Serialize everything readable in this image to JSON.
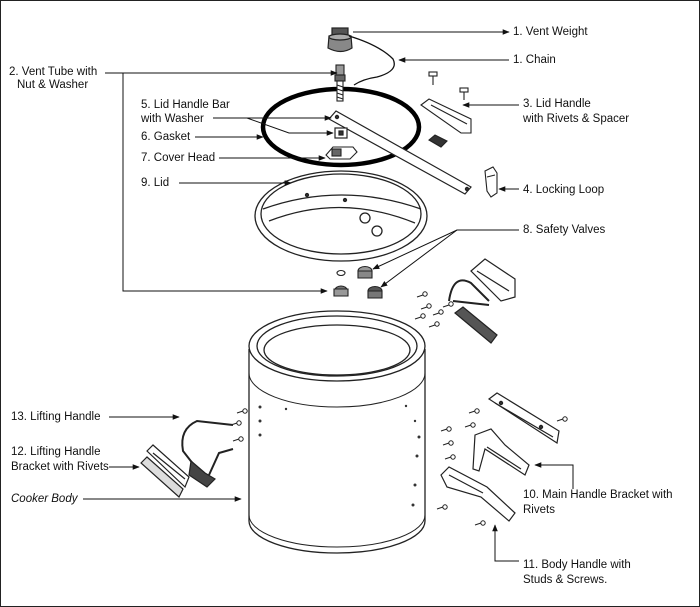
{
  "callouts": {
    "vent_weight": "1. Vent Weight",
    "chain": "1. Chain",
    "vent_tube_1": "2. Vent Tube with",
    "vent_tube_2": "Nut & Washer",
    "lid_handle_1": "3. Lid Handle",
    "lid_handle_2": "with Rivets & Spacer",
    "lid_handle_bar_1": "5. Lid Handle Bar",
    "lid_handle_bar_2": "with Washer",
    "gasket": "6. Gasket",
    "cover_head": "7. Cover Head",
    "locking_loop": "4. Locking Loop",
    "lid": "9. Lid",
    "safety_valves": "8. Safety Valves",
    "lifting_handle": "13. Lifting Handle",
    "lifting_bracket_1": "12. Lifting Handle",
    "lifting_bracket_2": "Bracket with Rivets",
    "cooker_body": "Cooker Body",
    "main_bracket_1": "10. Main Handle Bracket with",
    "main_bracket_2": "Rivets",
    "body_handle_1": "11. Body Handle with",
    "body_handle_2": "Studs & Screws."
  },
  "colors": {
    "ink": "#111111",
    "gasket": "#000000",
    "background": "#ffffff"
  }
}
